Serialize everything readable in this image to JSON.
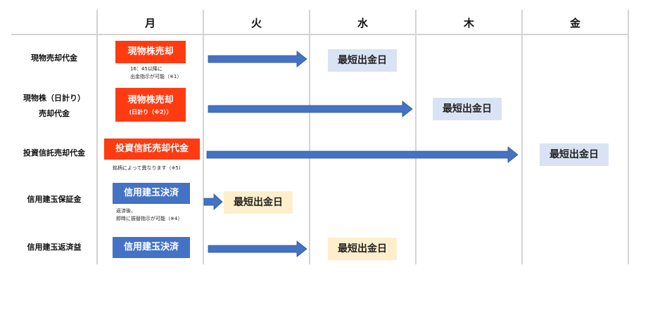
{
  "days": [
    "月",
    "火",
    "水",
    "木",
    "金"
  ],
  "rows": [
    {
      "label": "現物売却代金"
    },
    {
      "label_line1": "現物株（日計り）",
      "label_line2": "売却代金"
    },
    {
      "label": "投資信託売却代金"
    },
    {
      "label": "信用建玉保証金"
    },
    {
      "label": "信用建玉返済益"
    }
  ],
  "boxes": {
    "genbutsu_sell": "現物株売却",
    "genbutsu_daytrade_sell": "現物株売却",
    "genbutsu_daytrade_sub": "(日計り（※2））",
    "fund_sell": "投資信託売却代金",
    "margin_settle_1": "信用建玉決済",
    "margin_settle_2": "信用建玉決済"
  },
  "notes": {
    "row1_line1": "16：45以降に",
    "row1_line2": "出金指示が可能（※1）",
    "row3": "銘柄によって異なります（※5)",
    "row4_line1": "返済後、",
    "row4_line2": "即時に振替指示が可能（※4）"
  },
  "tags": {
    "row1": "最短出金日",
    "row2": "最短出金日",
    "row3": "最短出金日",
    "row4": "最短出金日",
    "row5": "最短出金日"
  },
  "colors": {
    "action_red": "#ff3b12",
    "action_blue": "#4472c4",
    "arrow": "#4472c4",
    "tag_blue": "#dae3f3",
    "tag_yellow": "#fdefcc",
    "grid": "#d4d4d4"
  },
  "icons": {
    "arrows": "right-arrow-icon"
  }
}
